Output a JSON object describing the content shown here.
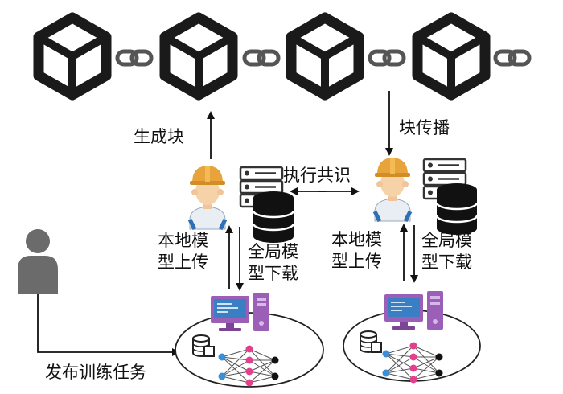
{
  "labels": {
    "generate_block": "生成块",
    "block_broadcast": "块传播",
    "execute_consensus": "执行共识",
    "local_upload": [
      "本地模",
      "型上传"
    ],
    "global_download": [
      "全局模",
      "型下载"
    ],
    "publish_task": "发布训练任务"
  },
  "colors": {
    "block_outline": "#1a1a1a",
    "chain_link": "#555555",
    "helmet": "#e8a33a",
    "face": "#f6d2a8",
    "person": "#6b6b6b",
    "monitor_screen": "#3a7fc4",
    "computer_purple": "#9b5fb8",
    "nn_node_pink": "#e0408c",
    "nn_node_blue": "#3a8fd9",
    "nn_node_black": "#111111"
  },
  "icons": [
    "block-icon",
    "chain-link-icon",
    "miner-icon",
    "server-icon",
    "database-icon",
    "person-icon",
    "computer-icon",
    "neural-network-icon"
  ]
}
